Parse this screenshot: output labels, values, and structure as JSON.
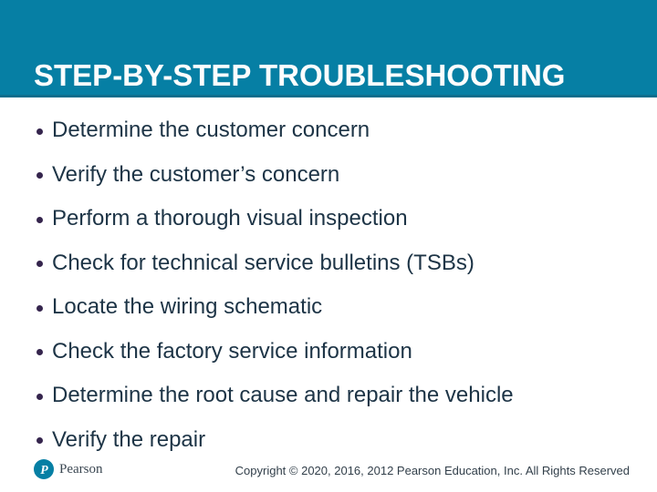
{
  "slide": {
    "title": "STEP-BY-STEP TROUBLESHOOTING",
    "bullets": [
      "Determine the customer concern",
      "Verify the customer’s concern",
      "Perform a thorough visual inspection",
      "Check for technical service bulletins (TSBs)",
      "Locate the wiring schematic",
      "Check the factory service information",
      "Determine the root cause and repair the vehicle",
      "Verify the repair"
    ],
    "footer": {
      "logo_letter": "P",
      "logo_word": "Pearson",
      "copyright": "Copyright © 2020, 2016, 2012 Pearson Education, Inc. All Rights Reserved"
    },
    "colors": {
      "header_teal": "#067fa4",
      "header_edge": "#0a6d8c",
      "title_white": "#fdfdfd",
      "bullet_purple": "#35254d",
      "body_text_navy": "#1d3446",
      "footer_text": "#323f4a",
      "logo_circle_teal": "#067fa4"
    }
  }
}
